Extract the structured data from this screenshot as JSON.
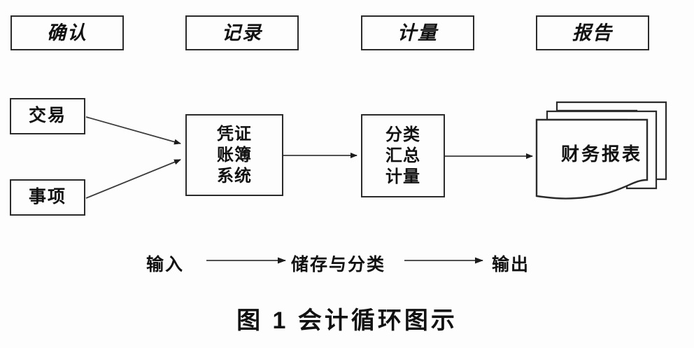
{
  "figure": {
    "caption": "图 1  会计循环图示",
    "background_color": "#fdfdfd",
    "line_color": "#2b2b2b"
  },
  "phases": [
    {
      "label": "确认"
    },
    {
      "label": "记录"
    },
    {
      "label": "计量"
    },
    {
      "label": "报告"
    }
  ],
  "sources": [
    {
      "label": "交易"
    },
    {
      "label": "事项"
    }
  ],
  "processes": [
    {
      "name": "voucher-ledger-system",
      "lines": [
        "凭证",
        "账簿",
        "系统"
      ]
    },
    {
      "name": "classify-summarize-measure",
      "lines": [
        "分类",
        "汇总",
        "计量"
      ]
    }
  ],
  "output": {
    "label": "财务报表",
    "sheet_count": 3
  },
  "legend": {
    "input_label": "输入",
    "middle_label": "储存与分类",
    "output_label": "输出"
  }
}
